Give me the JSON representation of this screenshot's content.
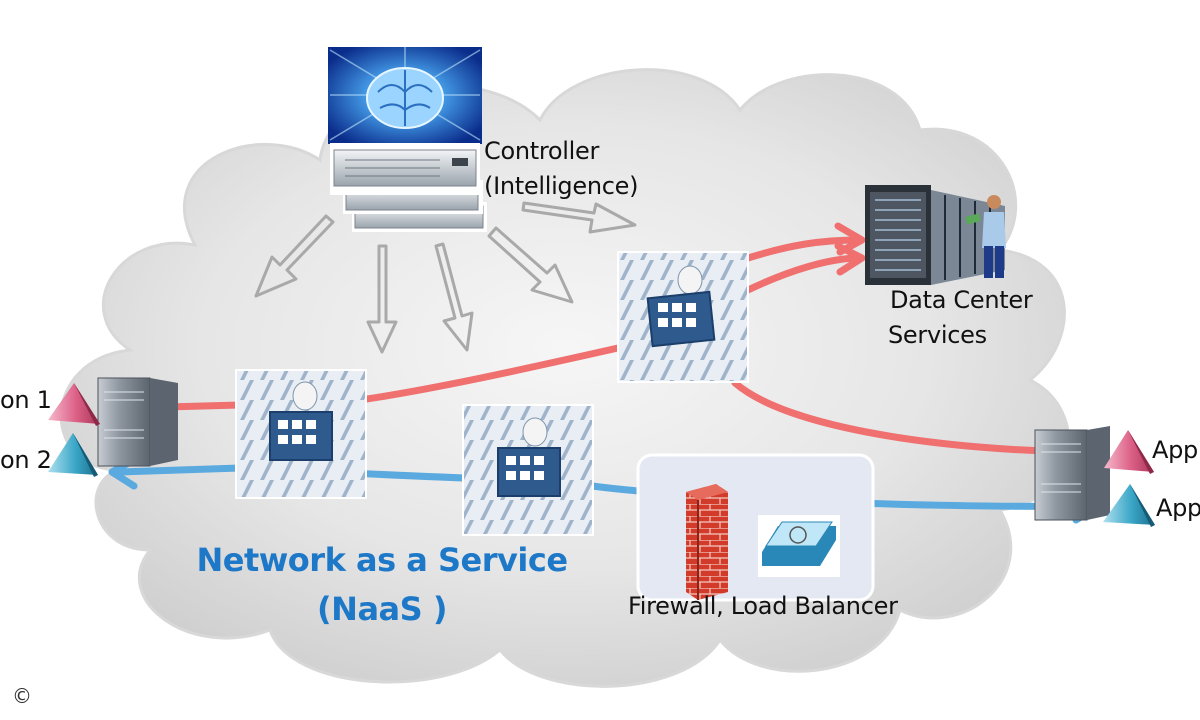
{
  "diagram": {
    "controller": {
      "label_line1": "Controller",
      "label_line2": "(Intelligence)"
    },
    "data_center": {
      "label_line1": "Data Center",
      "label_line2": "Services"
    },
    "naas": {
      "label_line1": "Network as a Service",
      "label_line2": "(NaaS )"
    },
    "services": {
      "label": "Firewall, Load Balancer"
    },
    "left_apps": {
      "app1": "on 1",
      "app2": "on 2"
    },
    "right_apps": {
      "app1": "App",
      "app2": "App"
    },
    "copyright": "©",
    "flow_colors": {
      "red": "#f07070",
      "blue": "#5aaae0",
      "control": "#a8a8a8"
    }
  }
}
